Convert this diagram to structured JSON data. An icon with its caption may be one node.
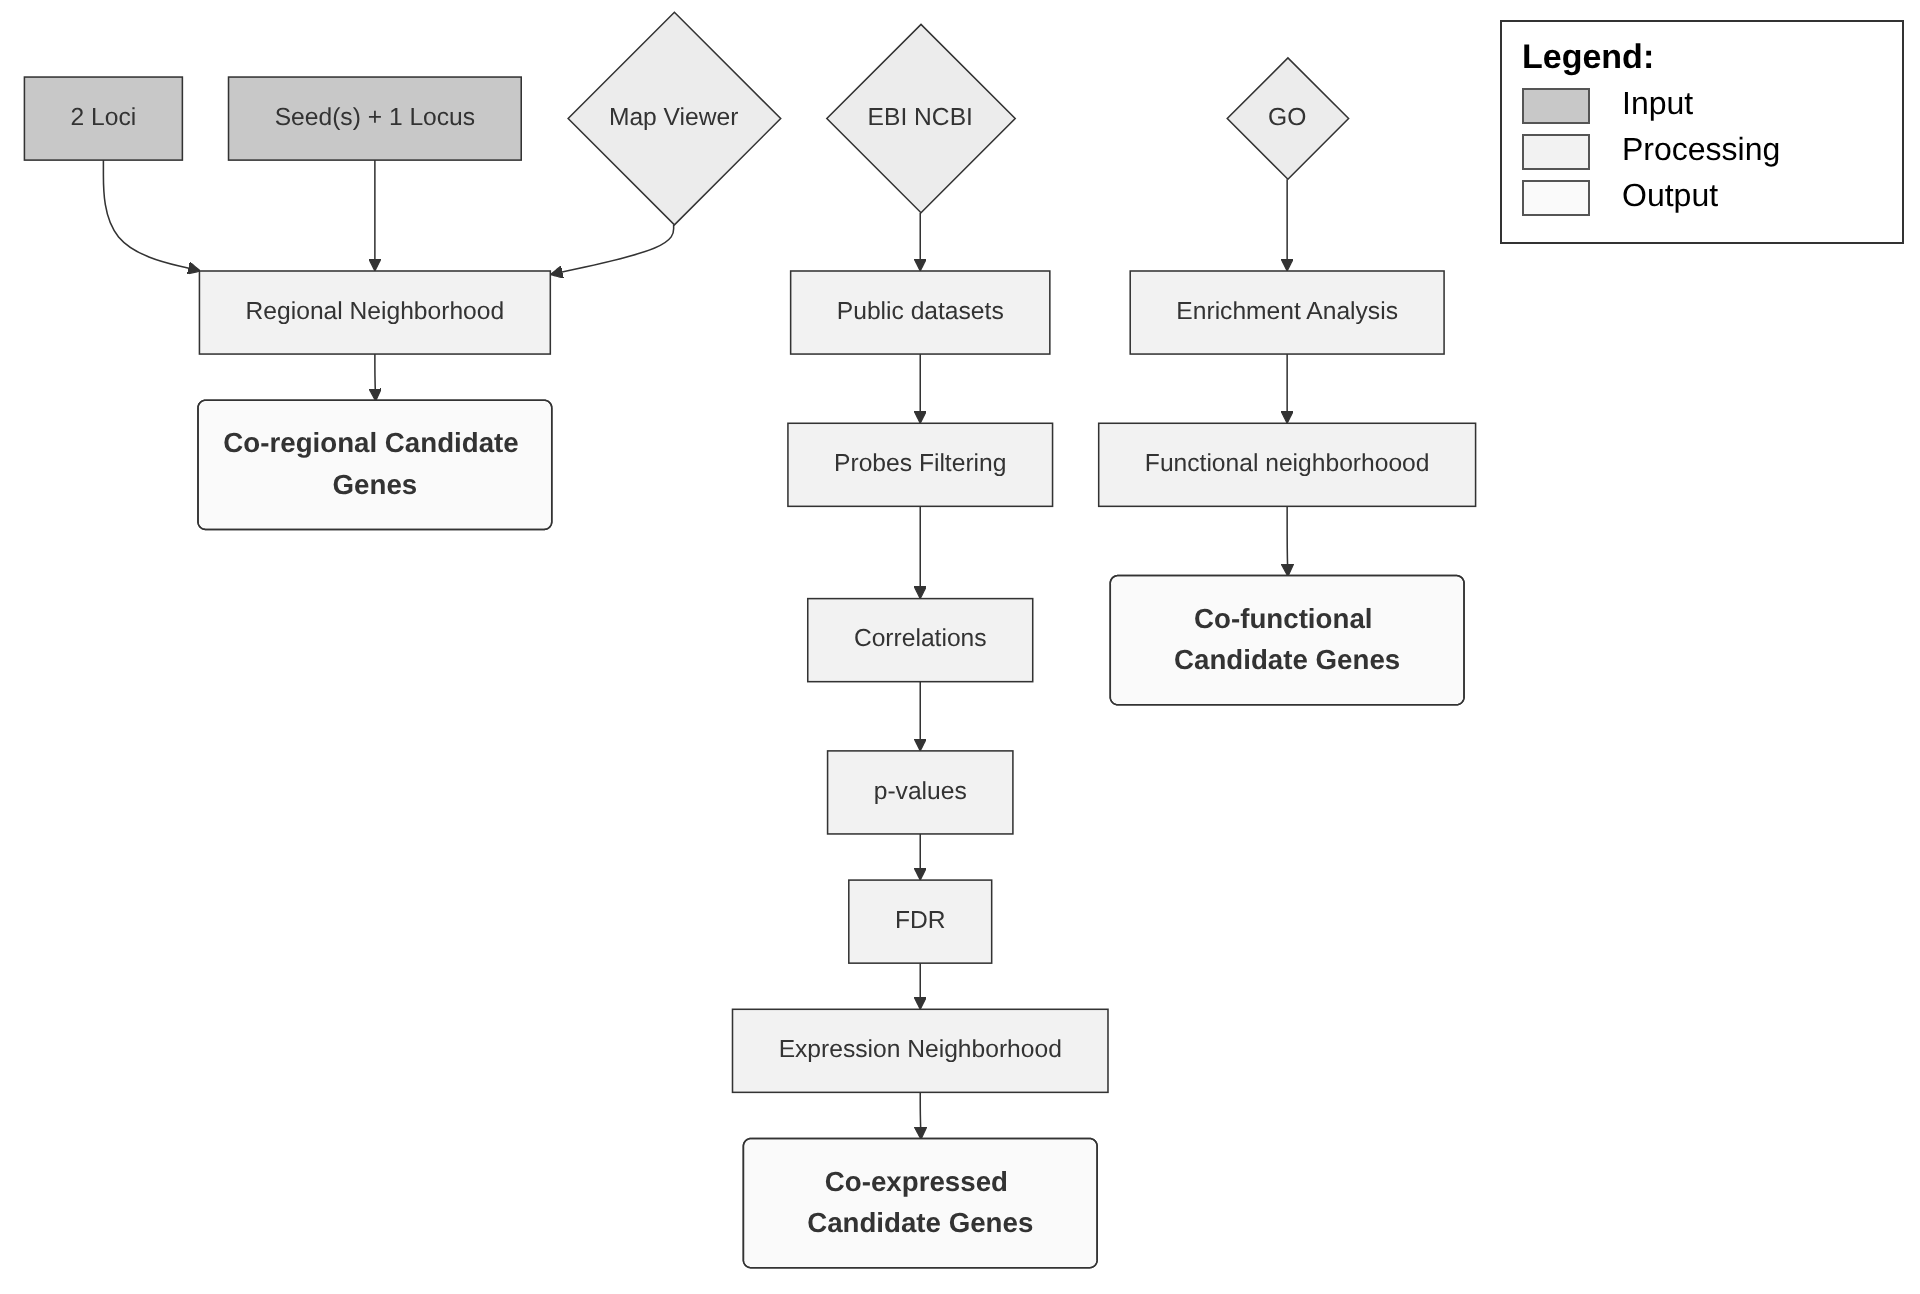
{
  "diagram": {
    "nodes": [
      {
        "text": [
          "2 Loci"
        ]
      },
      {
        "text": [
          "Seed(s) + 1 Locus"
        ]
      },
      {
        "text": [
          "Map Viewer"
        ]
      },
      {
        "text": [
          "Regional Neighborhood"
        ]
      },
      {
        "text": [
          "Co-regional Candidate Genes"
        ]
      },
      {
        "text": [
          "Public datasets"
        ]
      },
      {
        "text": [
          "EBI NCBI"
        ]
      },
      {
        "text": [
          "Probes Filtering"
        ]
      },
      {
        "text": [
          "Correlations"
        ]
      },
      {
        "text": [
          "p-values"
        ]
      },
      {
        "text": [
          "FDR"
        ]
      },
      {
        "text": [
          "Expression Neighborhood"
        ]
      },
      {
        "text": [
          "Co-expressed Candidate Genes"
        ]
      },
      {
        "text": [
          "GO"
        ]
      },
      {
        "text": [
          "Enrichment Analysis"
        ]
      },
      {
        "text": [
          "Functional neighborhoood"
        ]
      },
      {
        "text": [
          "Co-functional Candidate Genes"
        ]
      }
    ],
    "edges": [
      {
        "from": 0,
        "to": 3,
        "arrow": "to"
      },
      {
        "from": 1,
        "to": 3,
        "arrow": "to"
      },
      {
        "from": 2,
        "to": 3,
        "arrow": "to"
      },
      {
        "from": 3,
        "to": 4,
        "arrow": "to"
      },
      {
        "from": 6,
        "to": 5,
        "arrow": "to"
      },
      {
        "from": 5,
        "to": 7,
        "arrow": "to"
      },
      {
        "from": 7,
        "to": 8,
        "arrow": "to"
      },
      {
        "from": 8,
        "to": 9,
        "arrow": "to"
      },
      {
        "from": 9,
        "to": 10,
        "arrow": "to"
      },
      {
        "from": 10,
        "to": 11,
        "arrow": "to"
      },
      {
        "from": 11,
        "to": 12,
        "arrow": "to"
      },
      {
        "from": 13,
        "to": 14,
        "arrow": "to"
      },
      {
        "from": 14,
        "to": 15,
        "arrow": "to"
      },
      {
        "from": 15,
        "to": 16,
        "arrow": "to"
      }
    ],
    "labels": [
      "Legend:"
    ],
    "legend": [
      {
        "text": "Input",
        "color": "#c8c8c8"
      },
      {
        "text": "Processing",
        "color": "#f2f2f2"
      },
      {
        "text": "Output",
        "color": "#fafafa"
      }
    ]
  }
}
